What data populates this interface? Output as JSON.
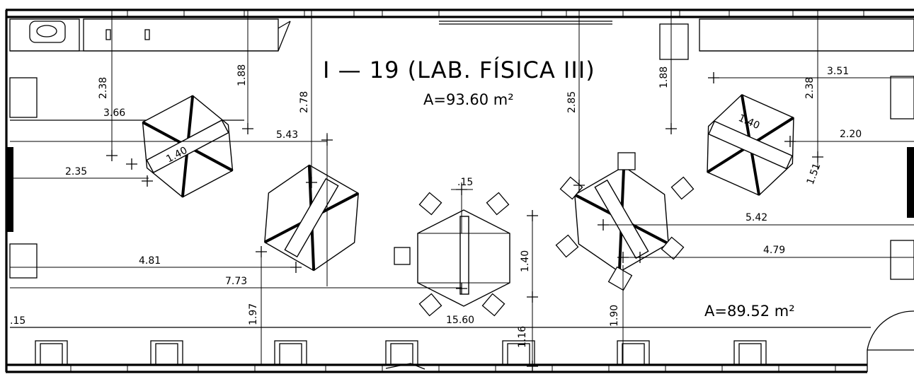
{
  "room": {
    "title": "I — 19 (LAB. FÍSICA III)",
    "area_upper": "A=93.60 m²",
    "area_lower": "A=89.52 m²"
  },
  "dimensions": {
    "d_238_left": "2.38",
    "d_366": "3.66",
    "d_188_left": "1.88",
    "d_278": "2.78",
    "d_543": "5.43",
    "d_140_upper_left": "1.40",
    "d_235": "2.35",
    "d_481": "4.81",
    "d_773": "7.73",
    "d_197": "1.97",
    "d_015_left": ".15",
    "d_015_center": ".15",
    "d_140_center": "1.40",
    "d_1560": "15.60",
    "d_116": "1.16",
    "d_285": "2.85",
    "d_188_right": "1.88",
    "d_238_right": "2.38",
    "d_351": "3.51",
    "d_140_upper_right": "1.40",
    "d_220": "2.20",
    "d_151": "1.51",
    "d_542": "5.42",
    "d_479": "4.79",
    "d_190": "1.90"
  }
}
